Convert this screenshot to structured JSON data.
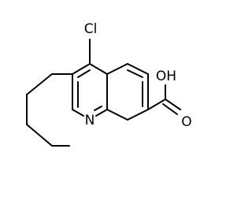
{
  "structure": {
    "type": "skeletal-formula",
    "atoms": {
      "chlorine": "Cl",
      "nitrogen": "N",
      "carbonyl_oxygen": "O",
      "hydroxyl": "OH"
    }
  },
  "colors": {
    "bond": "#000000",
    "label": "#000000",
    "background": "#ffffff"
  }
}
